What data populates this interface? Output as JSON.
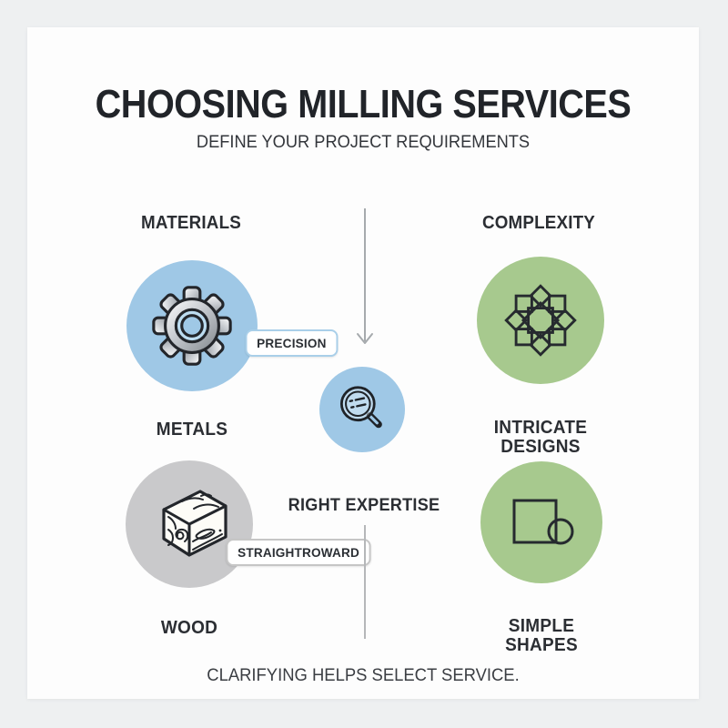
{
  "header": {
    "title": "CHOOSING MILLING SERVICES",
    "subtitle": "DEFINE YOUR PROJECT REQUIREMENTS"
  },
  "columns": {
    "materials": {
      "header": "MATERIALS"
    },
    "complexity": {
      "header": "COMPLEXITY"
    }
  },
  "nodes": {
    "metals": {
      "label": "METALS",
      "badge": "PRECISION",
      "icon": "gear-icon",
      "circle_color": "#9fc8e6"
    },
    "wood": {
      "label": "WOOD",
      "badge": "STRAIGHTROWARD",
      "icon": "wood-block-icon",
      "circle_color": "#c9c9cb"
    },
    "intricate_designs": {
      "label": "INTRICATE DESIGNS",
      "icon": "geometric-pattern-icon",
      "circle_color": "#a7c98e"
    },
    "simple_shapes": {
      "label": "SIMPLE SHAPES",
      "icon": "square-circle-icon",
      "circle_color": "#a7c98e"
    },
    "expertise": {
      "label": "RIGHT EXPERTISE",
      "icon": "magnifier-checklist-icon",
      "circle_color": "#9fc8e6"
    }
  },
  "footer": {
    "note": "CLARIFYING HELPS SELECT SERVICE."
  },
  "colors": {
    "background": "#eef0f1",
    "card": "#fdfdfd",
    "text_dark": "#26292e",
    "blue_circle": "#9fc8e6",
    "green_circle": "#a7c98e",
    "gray_circle": "#c9c9cb",
    "badge_border_blue": "#a9cfe9",
    "badge_border_gray": "#c6c6c6",
    "arrow_gray": "#a6aaad",
    "divider_gray": "#b5b7b9",
    "icon_outline": "#23262b"
  }
}
